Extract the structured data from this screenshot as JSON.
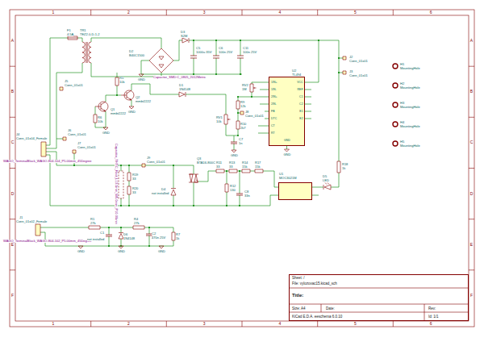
{
  "diagram": {
    "nodes": [
      {
        "text": [
          "U2",
          "TL494",
          "1IN+",
          "1IN-",
          "2IN+",
          "2IN-",
          "FB",
          "DTC",
          "CT",
          "RT",
          "VCC",
          "REF",
          "C1",
          "C2",
          "E1",
          "E2",
          "GND"
        ]
      },
      {
        "text": [
          "U1",
          "MOC3021M"
        ]
      },
      {
        "text": [
          "Sheet: /",
          "File: vylozovac15.kicad_sch",
          "Title:",
          "Size: A4",
          "Date:",
          "Rev:",
          "KiCad E.D.A. eeschema 6.0.10",
          "Id: 1/1"
        ]
      }
    ],
    "labels": [
      "1",
      "2",
      "3",
      "4",
      "5",
      "6",
      "1",
      "2",
      "3",
      "4",
      "5",
      "6",
      "A",
      "B",
      "C",
      "D",
      "E",
      "F",
      "A",
      "B",
      "C",
      "D",
      "E",
      "F",
      "F1",
      "4.5A",
      "TR1",
      "TEZ2.0-D-1-2",
      "D2",
      "B40C1500",
      "D3",
      "S2M",
      "C5",
      "1000u 35V",
      "C6",
      "100n 25V",
      "C11",
      "100n 25V",
      "Capacitor_SMD:C_0805_2012Metric",
      "GND",
      "R5",
      "10k",
      "Q2",
      "mmbt2222",
      "Q1",
      "mmbt2222",
      "R6",
      "10k",
      "GND",
      "D1",
      "1N4148",
      "GND",
      "RV2",
      "1M",
      "R9",
      "12k",
      "RV1",
      "10k",
      "R10",
      "2k7",
      "J8",
      "Conn_01x01",
      "C7",
      "1n",
      "GND",
      "GND",
      "J2",
      "Conn_01x01",
      "J3",
      "Conn_01x01",
      "H1",
      "MountingHole",
      "H2",
      "MountingHole",
      "H3",
      "MountingHole",
      "H4",
      "MountingHole",
      "H5",
      "MountingHole",
      "J5",
      "Conn_01x01",
      "J4",
      "Conn_01x04_Female",
      "WAGO_TerminalBlock_WAGO-804-104_P5.00mm_45Degree",
      "J6",
      "Conn_01x01",
      "J7",
      "Conn_01x01",
      "J9",
      "Conn_01x01",
      "R19",
      "33",
      "R20",
      "33",
      "Capacitor_THT:C_Rect_L13.0mm_W5.0mm_P10.00mm",
      "Q3",
      "BTA16-800C",
      "D4",
      "not installed",
      "R11",
      "33",
      "R13",
      "33",
      "R14",
      "15k",
      "R17",
      "15k",
      "R12",
      "130",
      "C8",
      "33n",
      "D5",
      "LED",
      "R18",
      "1k",
      "J1",
      "Conn_01x02_Female",
      "WAGO_TerminalBlock_WAGO-804-102_P5.00mm_45Degree",
      "R1",
      "27k",
      "C1",
      "not installed",
      "D6",
      "1N4148",
      "R4",
      "27k",
      "C2",
      "470n 25V",
      "R7",
      "1k",
      "GND",
      "GND",
      "GND"
    ]
  }
}
